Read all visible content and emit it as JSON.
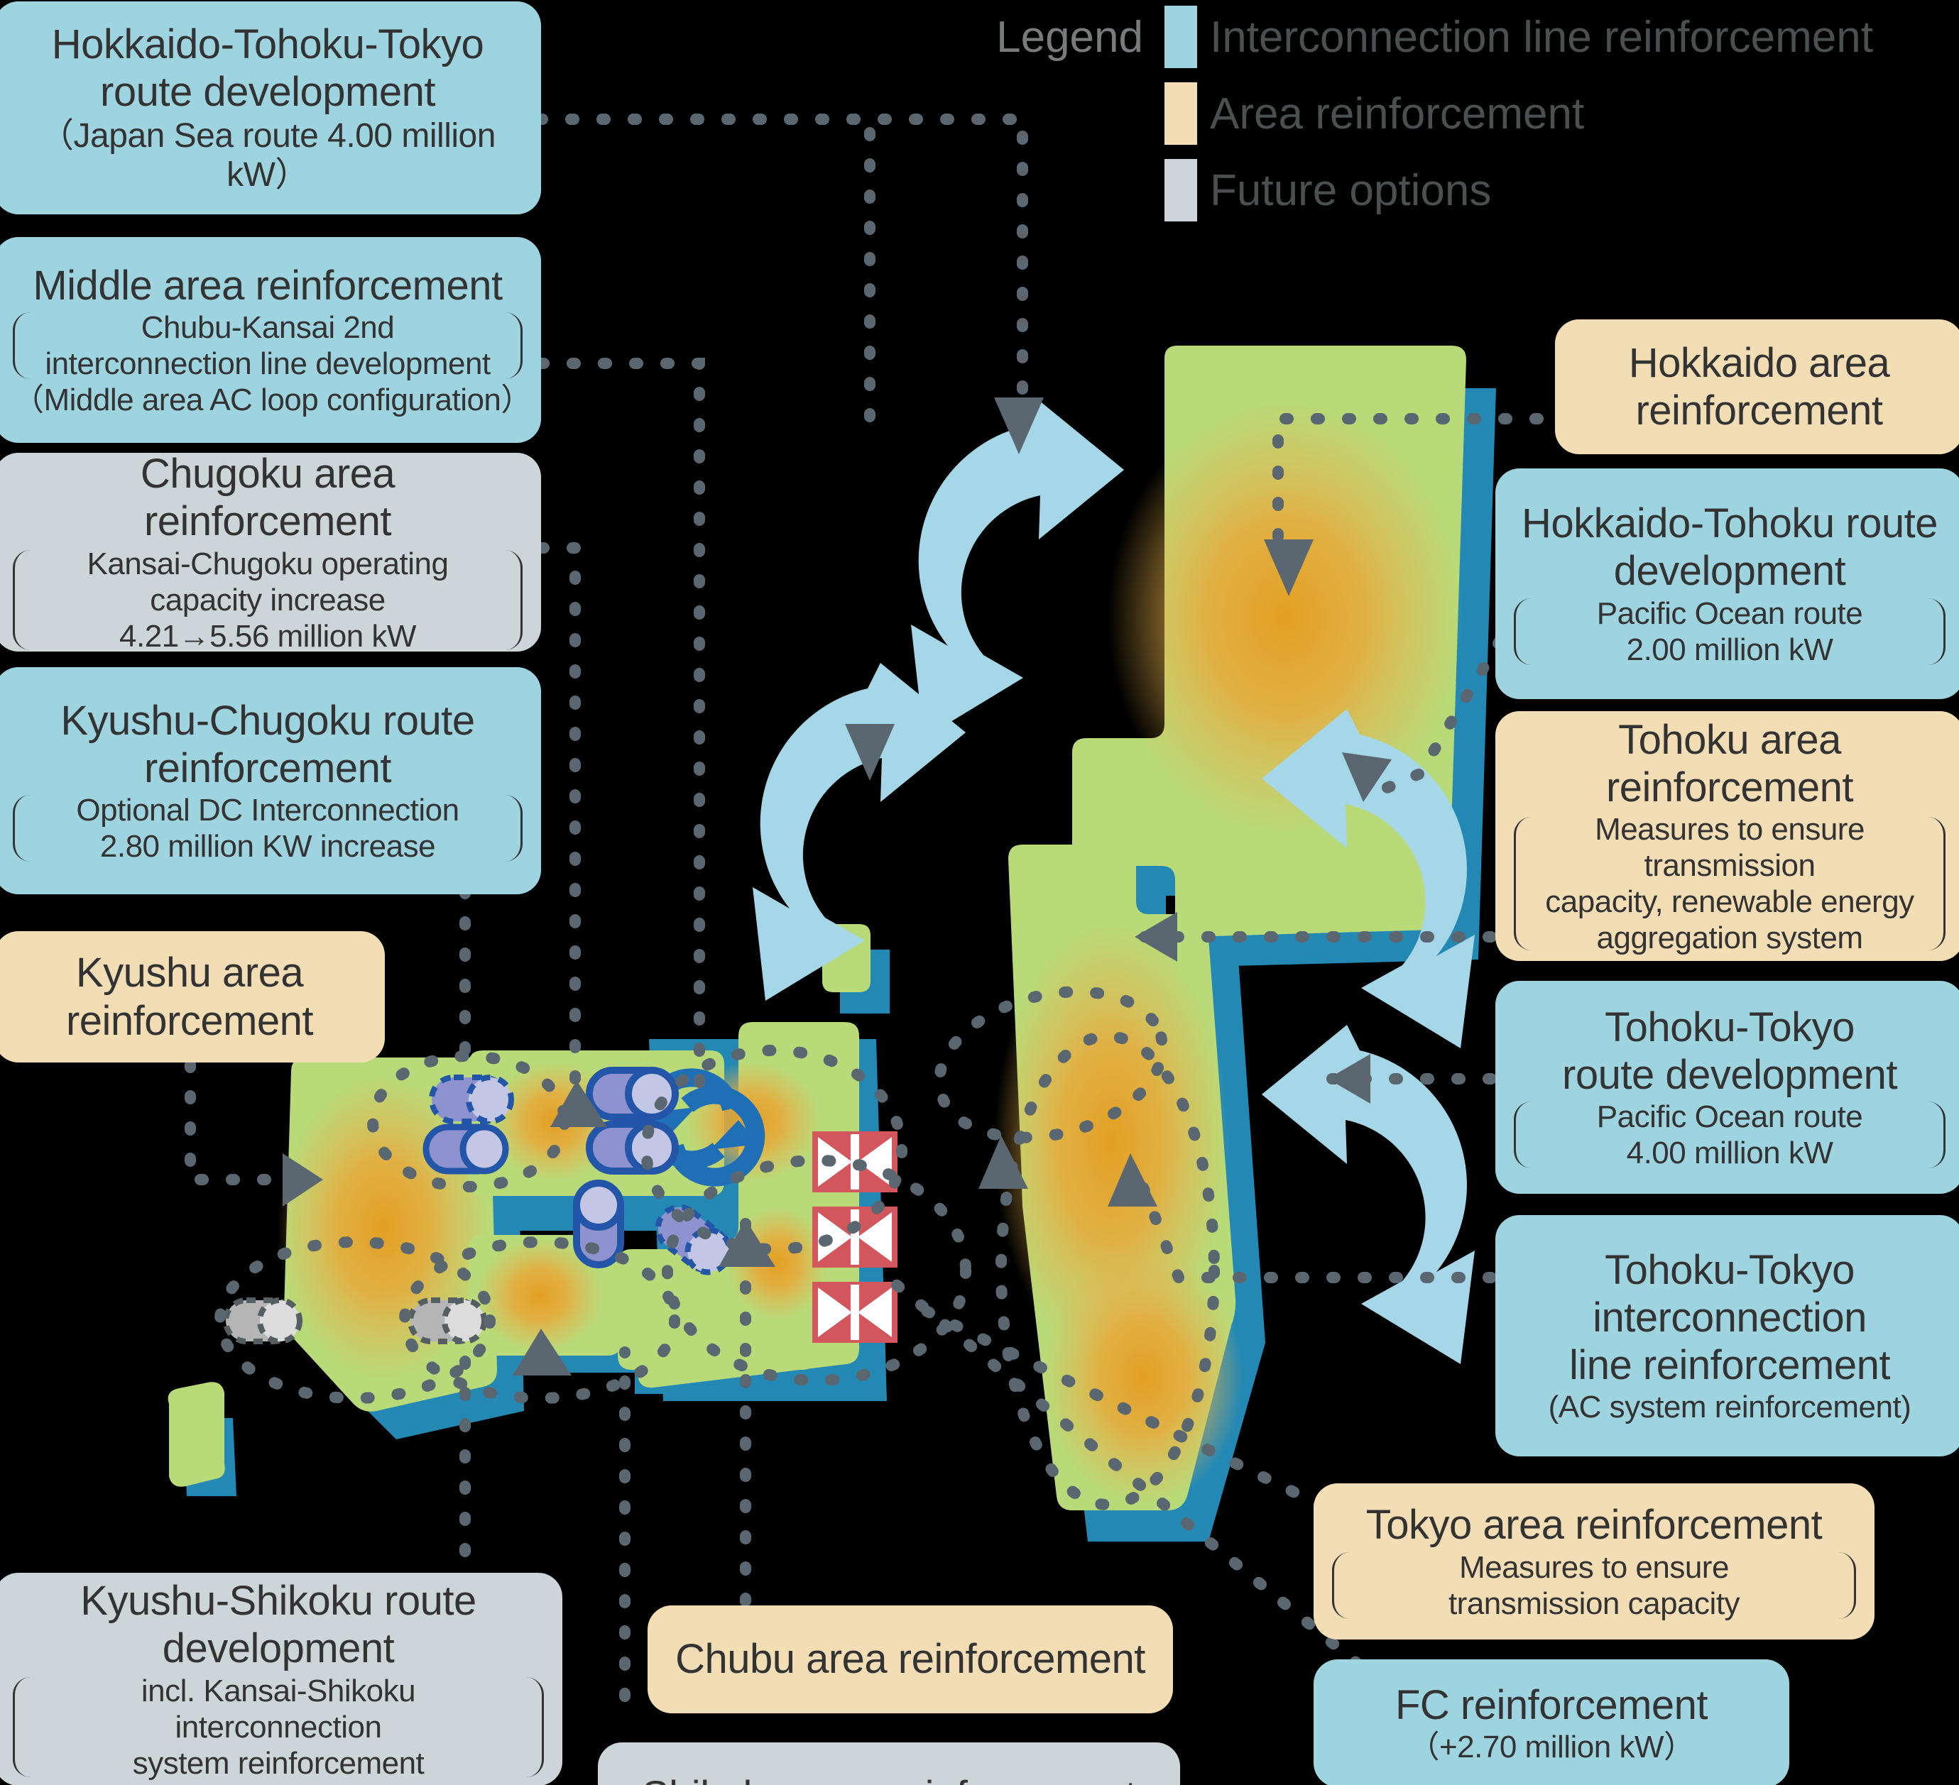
{
  "legend": {
    "title": "Legend",
    "items": [
      {
        "label": "Interconnection line reinforcement",
        "color": "#9ed3e0",
        "swatch": "blue"
      },
      {
        "label": "Area reinforcement",
        "color": "#f3ddb5",
        "swatch": "cream"
      },
      {
        "label": "Future options",
        "color": "#ccd6d8",
        "swatch": "grey"
      }
    ]
  },
  "boxes": {
    "hokkaido_tohoku_tokyo": {
      "title_line1": "Hokkaido-Tohoku-Tokyo",
      "title_line2": "route development",
      "sub": "（Japan Sea route 4.00 million kW）",
      "category": "Interconnection line reinforcement",
      "color": "#9ed3e0"
    },
    "middle_area": {
      "title_line1": "Middle area reinforcement",
      "sub_line1": "Chubu-Kansai 2nd",
      "sub_line2": "interconnection line development",
      "sub_line3": "（Middle area AC loop configuration）",
      "category": "Interconnection line reinforcement",
      "color": "#9ed3e0"
    },
    "chugoku_area": {
      "title_line1": "Chugoku area reinforcement",
      "sub_line1": "Kansai-Chugoku operating",
      "sub_line2": "capacity increase",
      "sub_line3": "4.21→5.56 million kW",
      "category": "Future options",
      "color": "#ccd6d8"
    },
    "kyushu_chugoku": {
      "title_line1": "Kyushu-Chugoku route",
      "title_line2": "reinforcement",
      "sub_line1": "Optional DC Interconnection",
      "sub_line2": "2.80 million KW increase",
      "category": "Interconnection line reinforcement",
      "color": "#9ed3e0"
    },
    "kyushu_area": {
      "title_line1": "Kyushu area",
      "title_line2": "reinforcement",
      "category": "Area reinforcement",
      "color": "#f3ddb5"
    },
    "kyushu_shikoku": {
      "title_line1": "Kyushu-Shikoku route",
      "title_line2": "development",
      "sub_line1": "incl. Kansai-Shikoku interconnection",
      "sub_line2": "system reinforcement",
      "category": "Future options",
      "color": "#ccd6d8"
    },
    "chubu_area": {
      "title_line1": "Chubu area reinforcement",
      "category": "Area reinforcement",
      "color": "#f3ddb5"
    },
    "shikoku_area": {
      "title_line1": "Shikoku area reinforcement",
      "category": "Future options",
      "color": "#ccd6d8"
    },
    "hokkaido_area": {
      "title_line1": "Hokkaido area",
      "title_line2": "reinforcement",
      "category": "Area reinforcement",
      "color": "#f3ddb5"
    },
    "hokkaido_tohoku": {
      "title_line1": "Hokkaido-Tohoku route",
      "title_line2": "development",
      "sub_line1": "Pacific Ocean route",
      "sub_line2": "2.00 million kW",
      "category": "Interconnection line reinforcement",
      "color": "#9ed3e0"
    },
    "tohoku_area": {
      "title_line1": "Tohoku area",
      "title_line2": "reinforcement",
      "sub_line1": "Measures to ensure transmission",
      "sub_line2": "capacity, renewable energy",
      "sub_line3": "aggregation system",
      "category": "Area reinforcement",
      "color": "#f3ddb5"
    },
    "tohoku_tokyo_route": {
      "title_line1": "Tohoku-Tokyo",
      "title_line2": "route development",
      "sub_line1": "Pacific Ocean route",
      "sub_line2": "4.00 million kW",
      "category": "Interconnection line reinforcement",
      "color": "#9ed3e0"
    },
    "tohoku_tokyo_interconnection": {
      "title_line1": "Tohoku-Tokyo",
      "title_line2": "interconnection",
      "title_line3": "line reinforcement",
      "sub": "(AC system reinforcement)",
      "category": "Interconnection line reinforcement",
      "color": "#9ed3e0"
    },
    "tokyo_area": {
      "title_line1": "Tokyo area reinforcement",
      "sub_line1": "Measures to ensure",
      "sub_line2": "transmission capacity",
      "category": "Area reinforcement",
      "color": "#f3ddb5"
    },
    "fc_reinforcement": {
      "title_line1": "FC reinforcement",
      "sub": "（+2.70 million kW）",
      "category": "Interconnection line reinforcement",
      "color": "#9ed3e0"
    }
  },
  "map": {
    "land_color": "#b9da78",
    "shadow_color": "#2389b4",
    "hotspot_color": "#e8a427",
    "background": "#000000",
    "arrow_cycle_color": "#a5d7e8",
    "pointer_color": "#5b6770",
    "converter_color": "#8e93cf",
    "converter_outline": "#2356a8",
    "fc_marker_color": "#d2565c"
  }
}
